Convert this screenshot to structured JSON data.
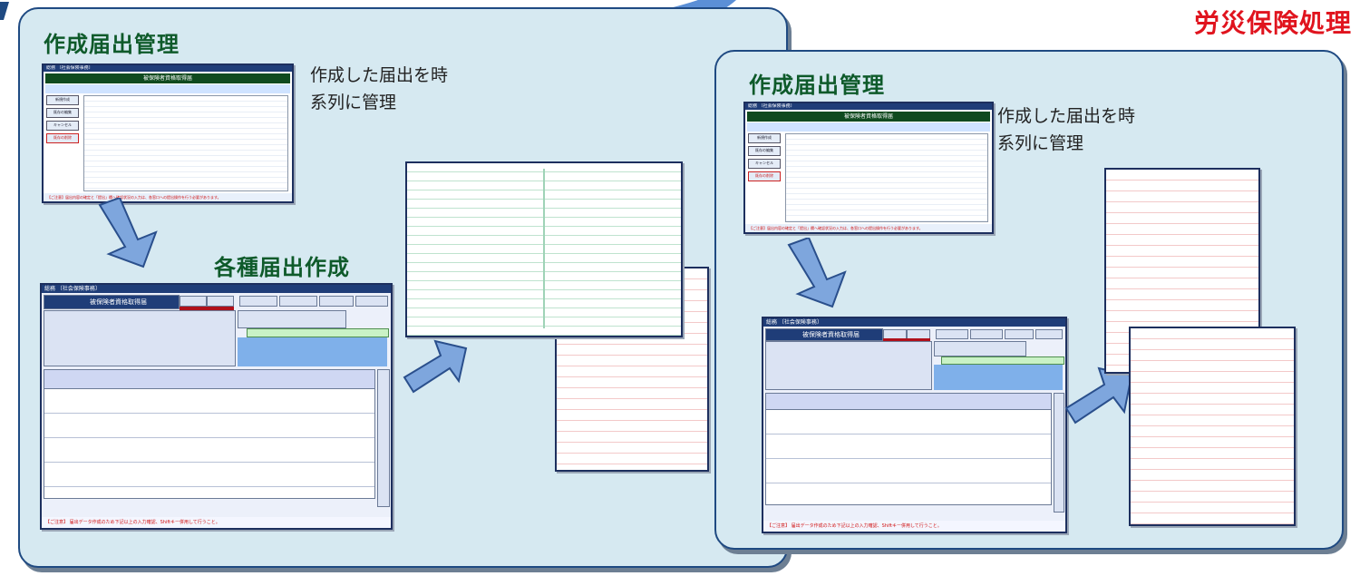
{
  "page": {
    "main_title": "労災保険処理"
  },
  "left_panel": {
    "title": "作成届出管理",
    "description": [
      "作成した届出を時",
      "系列に管理"
    ],
    "section_title": "各種届出作成",
    "list_screen": {
      "window_title": "総務 〔社会保険事務〕",
      "header": "被保険者資格取得届",
      "buttons": [
        "新規作成",
        "既存の編集",
        "キャンセル",
        "既存の削除"
      ],
      "footer": "【ご注意】届出内容の確定と「提出」欄へ確認状況の入力は、各窓口への提出操作を行う必要があります。"
    },
    "form_screen": {
      "window_title": "総務 〔社会保険事務〕",
      "header": "被保険者資格取得届",
      "footer": "【ご注意】 届出データ作成のため下記以上の入力確認、Shiftキー併用して行うこと。"
    }
  },
  "right_panel": {
    "title": "作成届出管理",
    "description": [
      "作成した届出を時",
      "系列に管理"
    ],
    "list_screen": {
      "window_title": "総務 〔社会保険事務〕",
      "header": "被保険者資格取得届",
      "buttons": [
        "新規作成",
        "既存の編集",
        "キャンセル",
        "既存の削除"
      ],
      "footer": "【ご注意】届出内容の確定と「提出」欄へ確認状況の入力は、各窓口への提出操作を行う必要があります。"
    },
    "form_screen": {
      "window_title": "総務 〔社会保険事務〕",
      "header": "被保険者資格取得届",
      "footer": "【ご注意】 届出データ作成のため下記以上の入力確認、Shiftキー併用して行うこと。"
    }
  },
  "colors": {
    "panel_bg": "#d6e9f1",
    "panel_border": "#1f4a82",
    "title_green": "#0e5a2a",
    "main_title_red": "#e0141e",
    "arrow_blue": "#7ea6dd"
  },
  "icons": {
    "arrow": "block-arrow-icon"
  }
}
